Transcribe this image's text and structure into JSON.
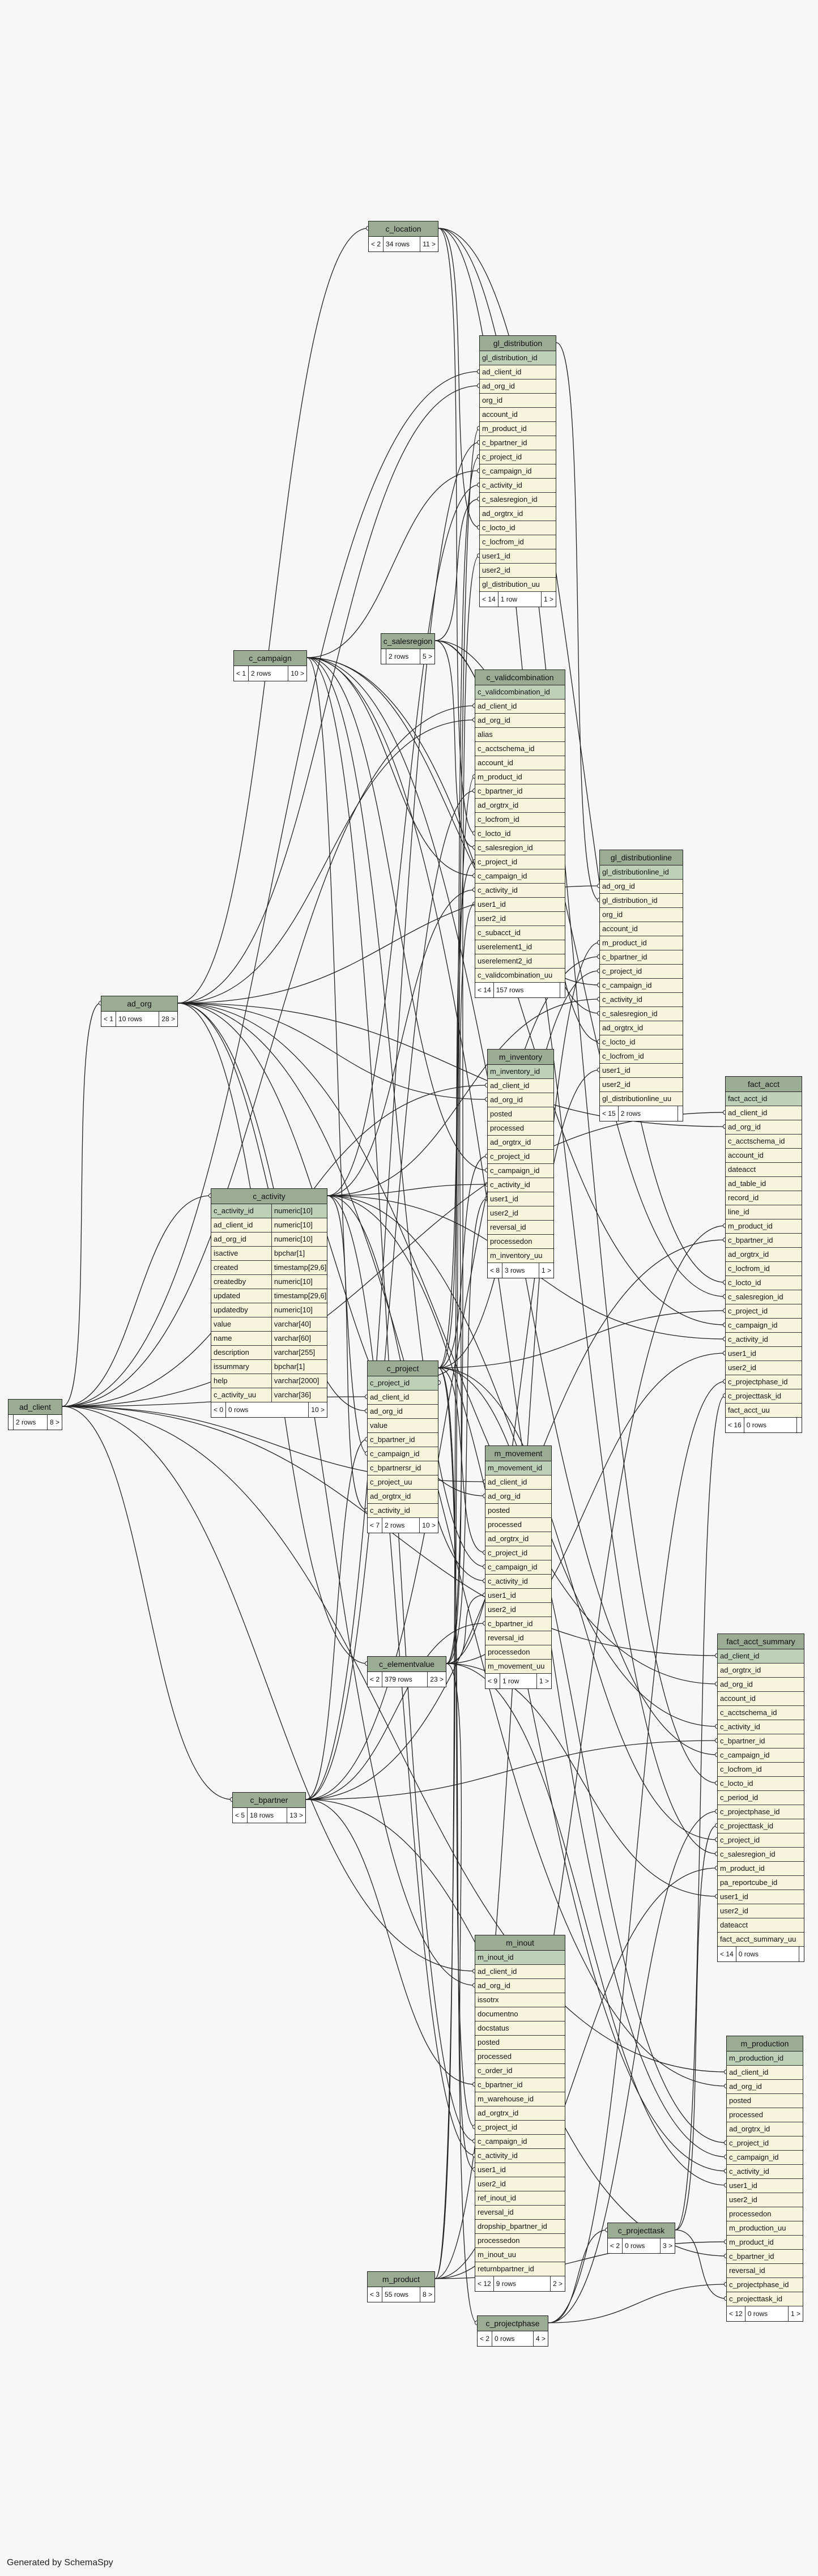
{
  "tables": [
    {
      "id": "ad_client",
      "name": "ad_client",
      "cols": [],
      "footer": [
        "",
        "2 rows",
        "8 >"
      ]
    },
    {
      "id": "ad_org",
      "name": "ad_org",
      "cols": [],
      "footer": [
        "< 1",
        "10 rows",
        "28 >"
      ]
    },
    {
      "id": "c_location",
      "name": "c_location",
      "cols": [],
      "footer": [
        "< 2",
        "34 rows",
        "11 >"
      ]
    },
    {
      "id": "c_campaign",
      "name": "c_campaign",
      "cols": [],
      "footer": [
        "< 1",
        "2 rows",
        "10 >"
      ]
    },
    {
      "id": "c_salesregion",
      "name": "c_salesregion",
      "cols": [],
      "footer": [
        "",
        "2 rows",
        "5 >"
      ]
    },
    {
      "id": "gl_distribution",
      "name": "gl_distribution",
      "cols": [
        "gl_distribution_id",
        "ad_client_id",
        "ad_org_id",
        "org_id",
        "account_id",
        "m_product_id",
        "c_bpartner_id",
        "c_project_id",
        "c_campaign_id",
        "c_activity_id",
        "c_salesregion_id",
        "ad_orgtrx_id",
        "c_locto_id",
        "c_locfrom_id",
        "user1_id",
        "user2_id",
        "gl_distribution_uu"
      ],
      "footer": [
        "< 14",
        "1 row",
        "1 >"
      ]
    },
    {
      "id": "c_validcombination",
      "name": "c_validcombination",
      "cols": [
        "c_validcombination_id",
        "ad_client_id",
        "ad_org_id",
        "alias",
        "c_acctschema_id",
        "account_id",
        "m_product_id",
        "c_bpartner_id",
        "ad_orgtrx_id",
        "c_locfrom_id",
        "c_locto_id",
        "c_salesregion_id",
        "c_project_id",
        "c_campaign_id",
        "c_activity_id",
        "user1_id",
        "user2_id",
        "c_subacct_id",
        "userelement1_id",
        "userelement2_id",
        "c_validcombination_uu"
      ],
      "footer": [
        "< 14",
        "157 rows",
        ""
      ]
    },
    {
      "id": "gl_distributionline",
      "name": "gl_distributionline",
      "cols": [
        "gl_distributionline_id",
        "ad_org_id",
        "gl_distribution_id",
        "org_id",
        "account_id",
        "m_product_id",
        "c_bpartner_id",
        "c_project_id",
        "c_campaign_id",
        "c_activity_id",
        "c_salesregion_id",
        "ad_orgtrx_id",
        "c_locto_id",
        "c_locfrom_id",
        "user1_id",
        "user2_id",
        "gl_distributionline_uu"
      ],
      "footer": [
        "< 15",
        "2 rows",
        ""
      ]
    },
    {
      "id": "m_inventory",
      "name": "m_inventory",
      "cols": [
        "m_inventory_id",
        "ad_client_id",
        "ad_org_id",
        "posted",
        "processed",
        "ad_orgtrx_id",
        "c_project_id",
        "c_campaign_id",
        "c_activity_id",
        "user1_id",
        "user2_id",
        "reversal_id",
        "processedon",
        "m_inventory_uu"
      ],
      "footer": [
        "< 8",
        "3 rows",
        "1 >"
      ]
    },
    {
      "id": "fact_acct",
      "name": "fact_acct",
      "cols": [
        "fact_acct_id",
        "ad_client_id",
        "ad_org_id",
        "c_acctschema_id",
        "account_id",
        "dateacct",
        "ad_table_id",
        "record_id",
        "line_id",
        "m_product_id",
        "c_bpartner_id",
        "ad_orgtrx_id",
        "c_locfrom_id",
        "c_locto_id",
        "c_salesregion_id",
        "c_project_id",
        "c_campaign_id",
        "c_activity_id",
        "user1_id",
        "user2_id",
        "c_projectphase_id",
        "c_projecttask_id",
        "fact_acct_uu"
      ],
      "footer": [
        "< 16",
        "0 rows",
        ""
      ]
    },
    {
      "id": "c_activity",
      "name": "c_activity",
      "cols": [
        [
          "c_activity_id",
          "numeric[10]"
        ],
        [
          "ad_client_id",
          "numeric[10]"
        ],
        [
          "ad_org_id",
          "numeric[10]"
        ],
        [
          "isactive",
          "bpchar[1]"
        ],
        [
          "created",
          "timestamp[29,6]"
        ],
        [
          "createdby",
          "numeric[10]"
        ],
        [
          "updated",
          "timestamp[29,6]"
        ],
        [
          "updatedby",
          "numeric[10]"
        ],
        [
          "value",
          "varchar[40]"
        ],
        [
          "name",
          "varchar[60]"
        ],
        [
          "description",
          "varchar[255]"
        ],
        [
          "issummary",
          "bpchar[1]"
        ],
        [
          "help",
          "varchar[2000]"
        ],
        [
          "c_activity_uu",
          "varchar[36]"
        ]
      ],
      "footer": [
        "< 0",
        "0 rows",
        "10 >"
      ]
    },
    {
      "id": "c_project",
      "name": "c_project",
      "cols": [
        "c_project_id",
        "ad_client_id",
        "ad_org_id",
        "value",
        "c_bpartner_id",
        "c_campaign_id",
        "c_bpartnersr_id",
        "c_project_uu",
        "ad_orgtrx_id",
        "c_activity_id"
      ],
      "footer": [
        "< 7",
        "2 rows",
        "10 >"
      ]
    },
    {
      "id": "m_movement",
      "name": "m_movement",
      "cols": [
        "m_movement_id",
        "ad_client_id",
        "ad_org_id",
        "posted",
        "processed",
        "ad_orgtrx_id",
        "c_project_id",
        "c_campaign_id",
        "c_activity_id",
        "user1_id",
        "user2_id",
        "c_bpartner_id",
        "reversal_id",
        "processedon",
        "m_movement_uu"
      ],
      "footer": [
        "< 9",
        "1 row",
        "1 >"
      ]
    },
    {
      "id": "fact_acct_summary",
      "name": "fact_acct_summary",
      "cols": [
        "ad_client_id",
        "ad_orgtrx_id",
        "ad_org_id",
        "account_id",
        "c_acctschema_id",
        "c_activity_id",
        "c_bpartner_id",
        "c_campaign_id",
        "c_locfrom_id",
        "c_locto_id",
        "c_period_id",
        "c_projectphase_id",
        "c_projecttask_id",
        "c_project_id",
        "c_salesregion_id",
        "m_product_id",
        "pa_reportcube_id",
        "user1_id",
        "user2_id",
        "dateacct",
        "fact_acct_summary_uu"
      ],
      "footer": [
        "< 14",
        "0 rows",
        ""
      ]
    },
    {
      "id": "c_elementvalue",
      "name": "c_elementvalue",
      "cols": [],
      "footer": [
        "< 2",
        "379 rows",
        "23 >"
      ]
    },
    {
      "id": "c_bpartner",
      "name": "c_bpartner",
      "cols": [],
      "footer": [
        "< 5",
        "18 rows",
        "13 >"
      ]
    },
    {
      "id": "m_inout",
      "name": "m_inout",
      "cols": [
        "m_inout_id",
        "ad_client_id",
        "ad_org_id",
        "issotrx",
        "documentno",
        "docstatus",
        "posted",
        "processed",
        "c_order_id",
        "c_bpartner_id",
        "m_warehouse_id",
        "ad_orgtrx_id",
        "c_project_id",
        "c_campaign_id",
        "c_activity_id",
        "user1_id",
        "user2_id",
        "ref_inout_id",
        "reversal_id",
        "dropship_bpartner_id",
        "processedon",
        "m_inout_uu",
        "returnbpartner_id"
      ],
      "footer": [
        "< 12",
        "9 rows",
        "2 >"
      ]
    },
    {
      "id": "m_production",
      "name": "m_production",
      "cols": [
        "m_production_id",
        "ad_client_id",
        "ad_org_id",
        "posted",
        "processed",
        "ad_orgtrx_id",
        "c_project_id",
        "c_campaign_id",
        "c_activity_id",
        "user1_id",
        "user2_id",
        "processedon",
        "m_production_uu",
        "m_product_id",
        "c_bpartner_id",
        "reversal_id",
        "c_projectphase_id",
        "c_projecttask_id"
      ],
      "footer": [
        "< 12",
        "0 rows",
        "1 >"
      ]
    },
    {
      "id": "c_projecttask",
      "name": "c_projecttask",
      "cols": [],
      "footer": [
        "< 2",
        "0 rows",
        "3 >"
      ]
    },
    {
      "id": "m_product",
      "name": "m_product",
      "cols": [],
      "footer": [
        "< 3",
        "55 rows",
        "8 >"
      ]
    },
    {
      "id": "c_projectphase",
      "name": "c_projectphase",
      "cols": [],
      "footer": [
        "< 2",
        "0 rows",
        "4 >"
      ]
    }
  ],
  "footer_text": "Generated by SchemaSpy"
}
